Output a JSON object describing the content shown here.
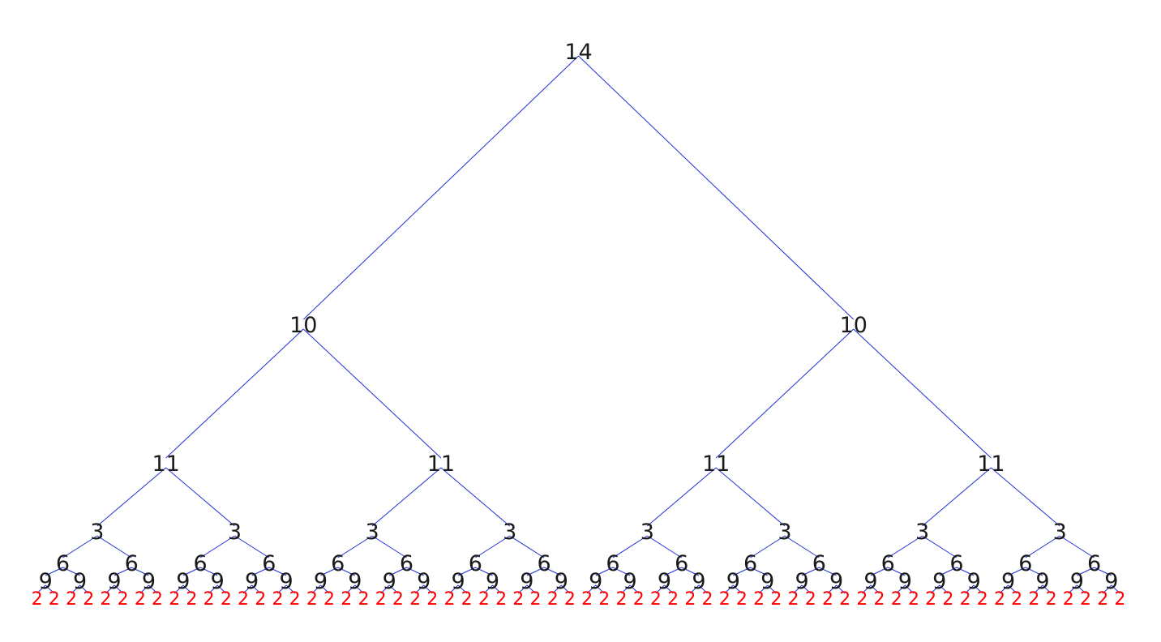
{
  "tree": {
    "levels": [
      {
        "value": "14",
        "nodes": 1
      },
      {
        "value": "10",
        "nodes": 2
      },
      {
        "value": "11",
        "nodes": 4
      },
      {
        "value": "3",
        "nodes": 8
      },
      {
        "value": "6",
        "nodes": 16
      },
      {
        "value": "9",
        "nodes": 32
      },
      {
        "value": "2",
        "nodes": 64
      }
    ],
    "colors": {
      "edge": "#1f2fd6",
      "node_text": "#1a1a1a",
      "leaf_text": "#ff0000"
    }
  }
}
